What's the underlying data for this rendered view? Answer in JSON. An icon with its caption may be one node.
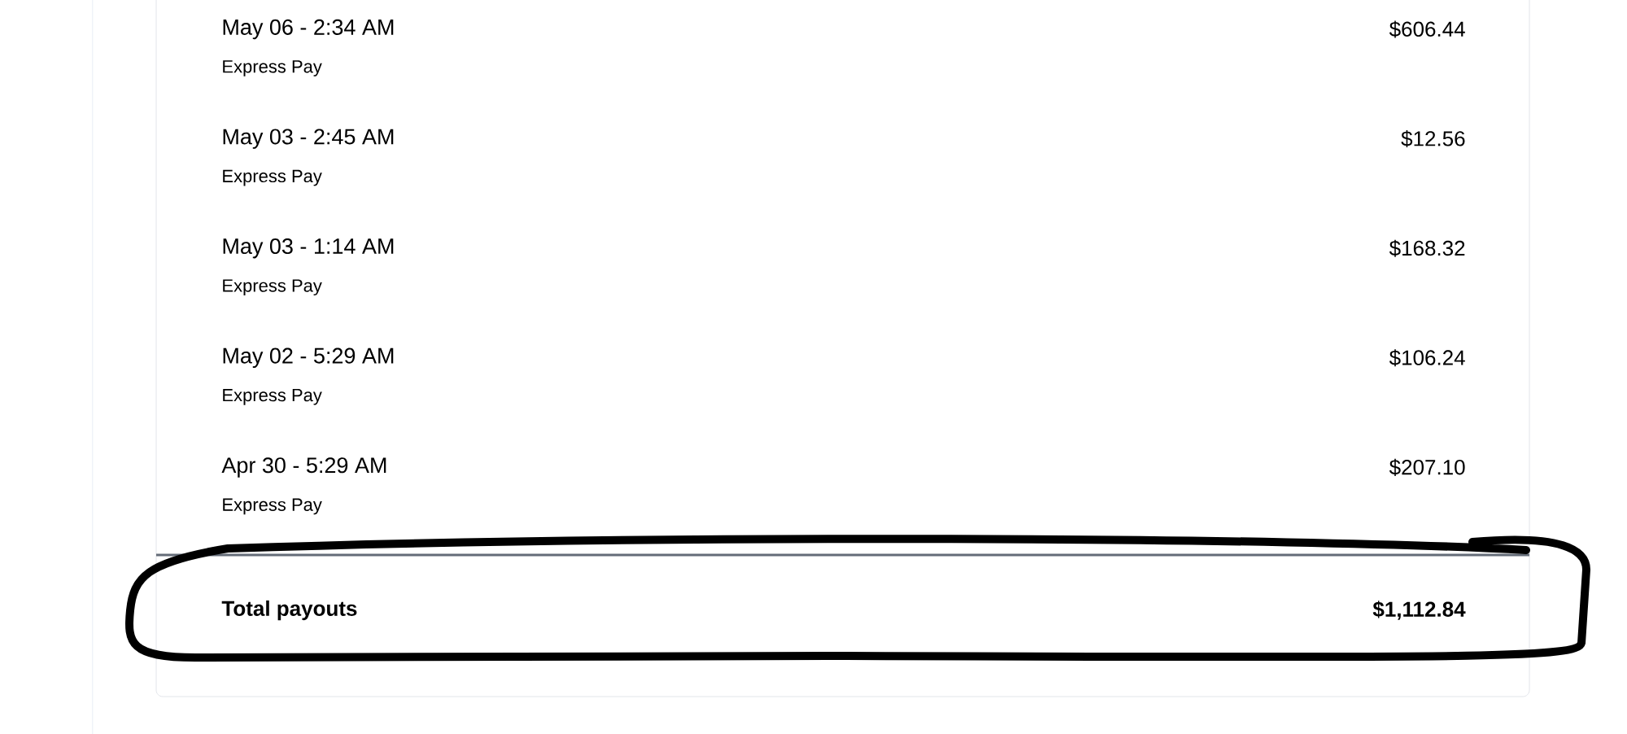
{
  "diagram": {
    "nodes": [
      {
        "text": [
          "Total payouts",
          "$1,112.84"
        ]
      }
    ],
    "labels": [
      "May 06 - 2:34 AM",
      "Express Pay",
      "$606.44",
      "May 03 - 2:45 AM",
      "Express Pay",
      "$12.56",
      "May 03 - 1:14 AM",
      "Express Pay",
      "$168.32",
      "May 02 - 5:29 AM",
      "Express Pay",
      "$106.24",
      "Apr 30 - 5:29 AM",
      "Express Pay",
      "$207.10"
    ]
  }
}
